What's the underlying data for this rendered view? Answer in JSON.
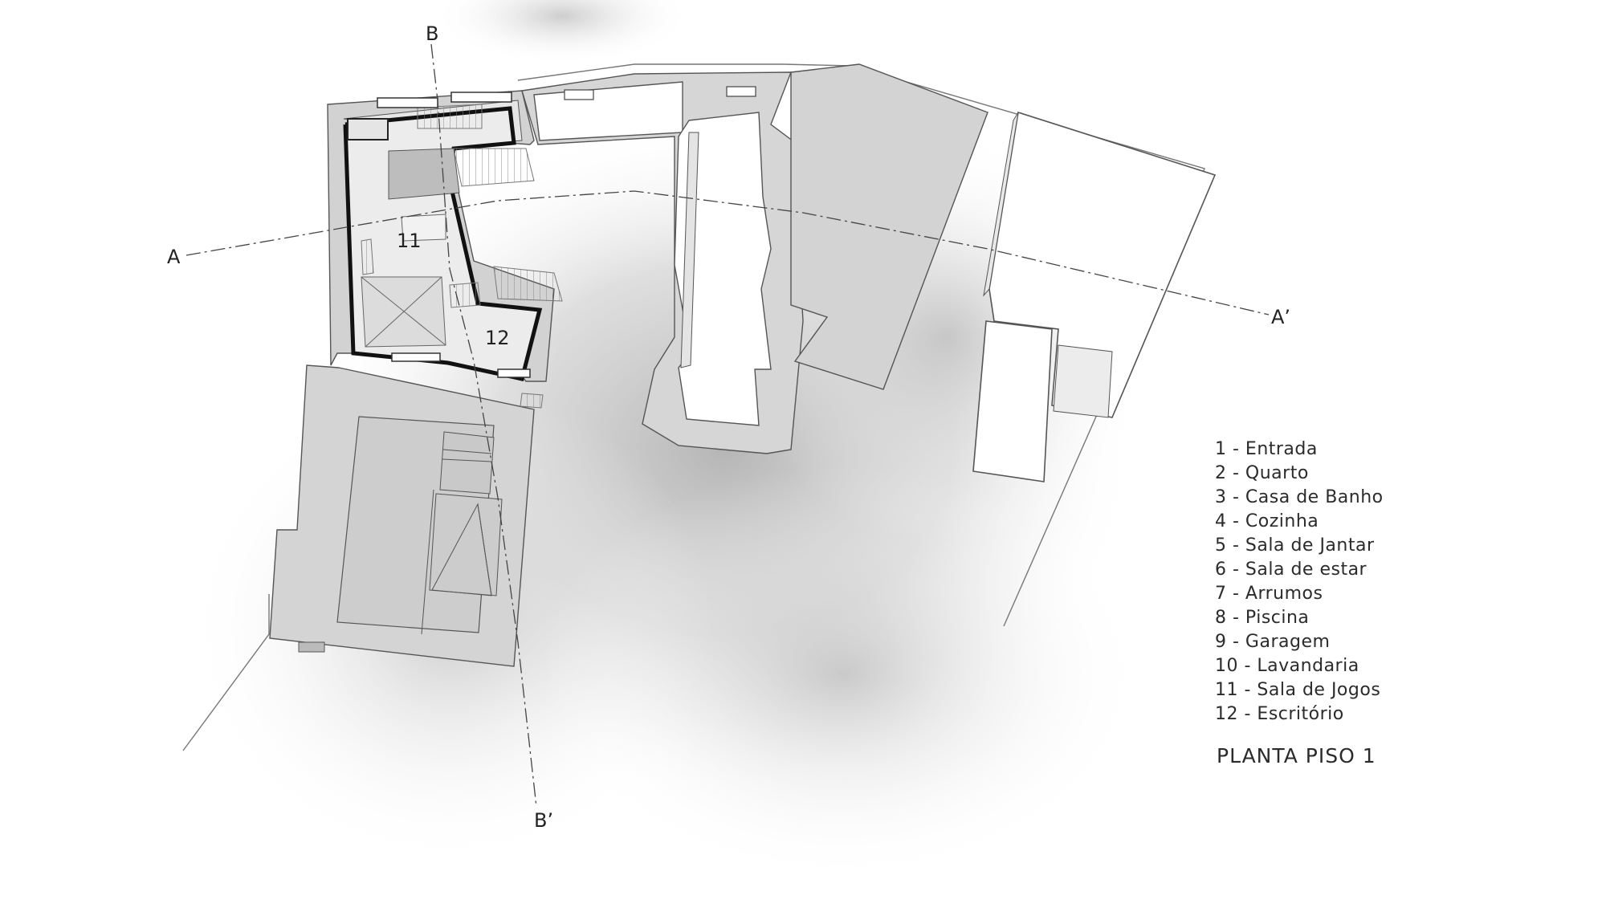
{
  "colors": {
    "background": "#ffffff",
    "terrain": "#cfcfcf",
    "roof": "#d9d9d9",
    "wall": "#111111",
    "line": "#555555"
  },
  "section_markers": {
    "a_start": "A",
    "a_end": "A’",
    "b_start": "B",
    "b_end": "B’"
  },
  "rooms": {
    "room_11": "11",
    "room_12": "12"
  },
  "legend": {
    "items": [
      "1 - Entrada",
      "2 - Quarto",
      "3 - Casa de Banho",
      "4 - Cozinha",
      "5 - Sala de Jantar",
      "6 - Sala de estar",
      "7 - Arrumos",
      "8 - Piscina",
      "9 - Garagem",
      "10 - Lavandaria",
      "11 - Sala de Jogos",
      "12 - Escritório"
    ]
  },
  "title": "PLANTA PISO 1"
}
